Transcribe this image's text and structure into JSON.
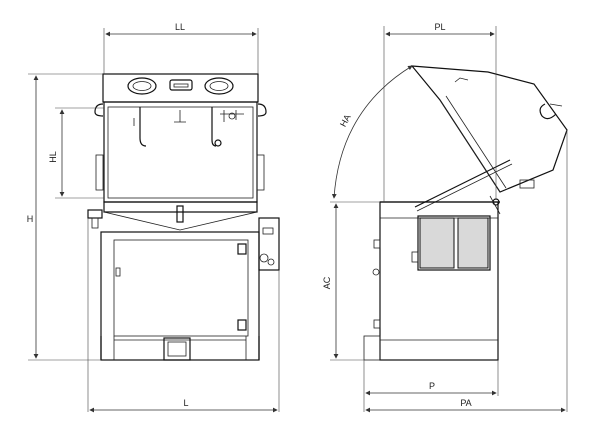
{
  "dimensions": {
    "front_view": {
      "width_top": "LL",
      "height_window": "HL",
      "height_total": "H",
      "width_total": "L"
    },
    "side_view": {
      "width_top": "PL",
      "hood_angle": "HA",
      "height_work": "AC",
      "depth": "P",
      "depth_open": "PA"
    }
  },
  "colors": {
    "line": "#111111",
    "panel": "#d9d9d9",
    "dimension": "#333333"
  }
}
